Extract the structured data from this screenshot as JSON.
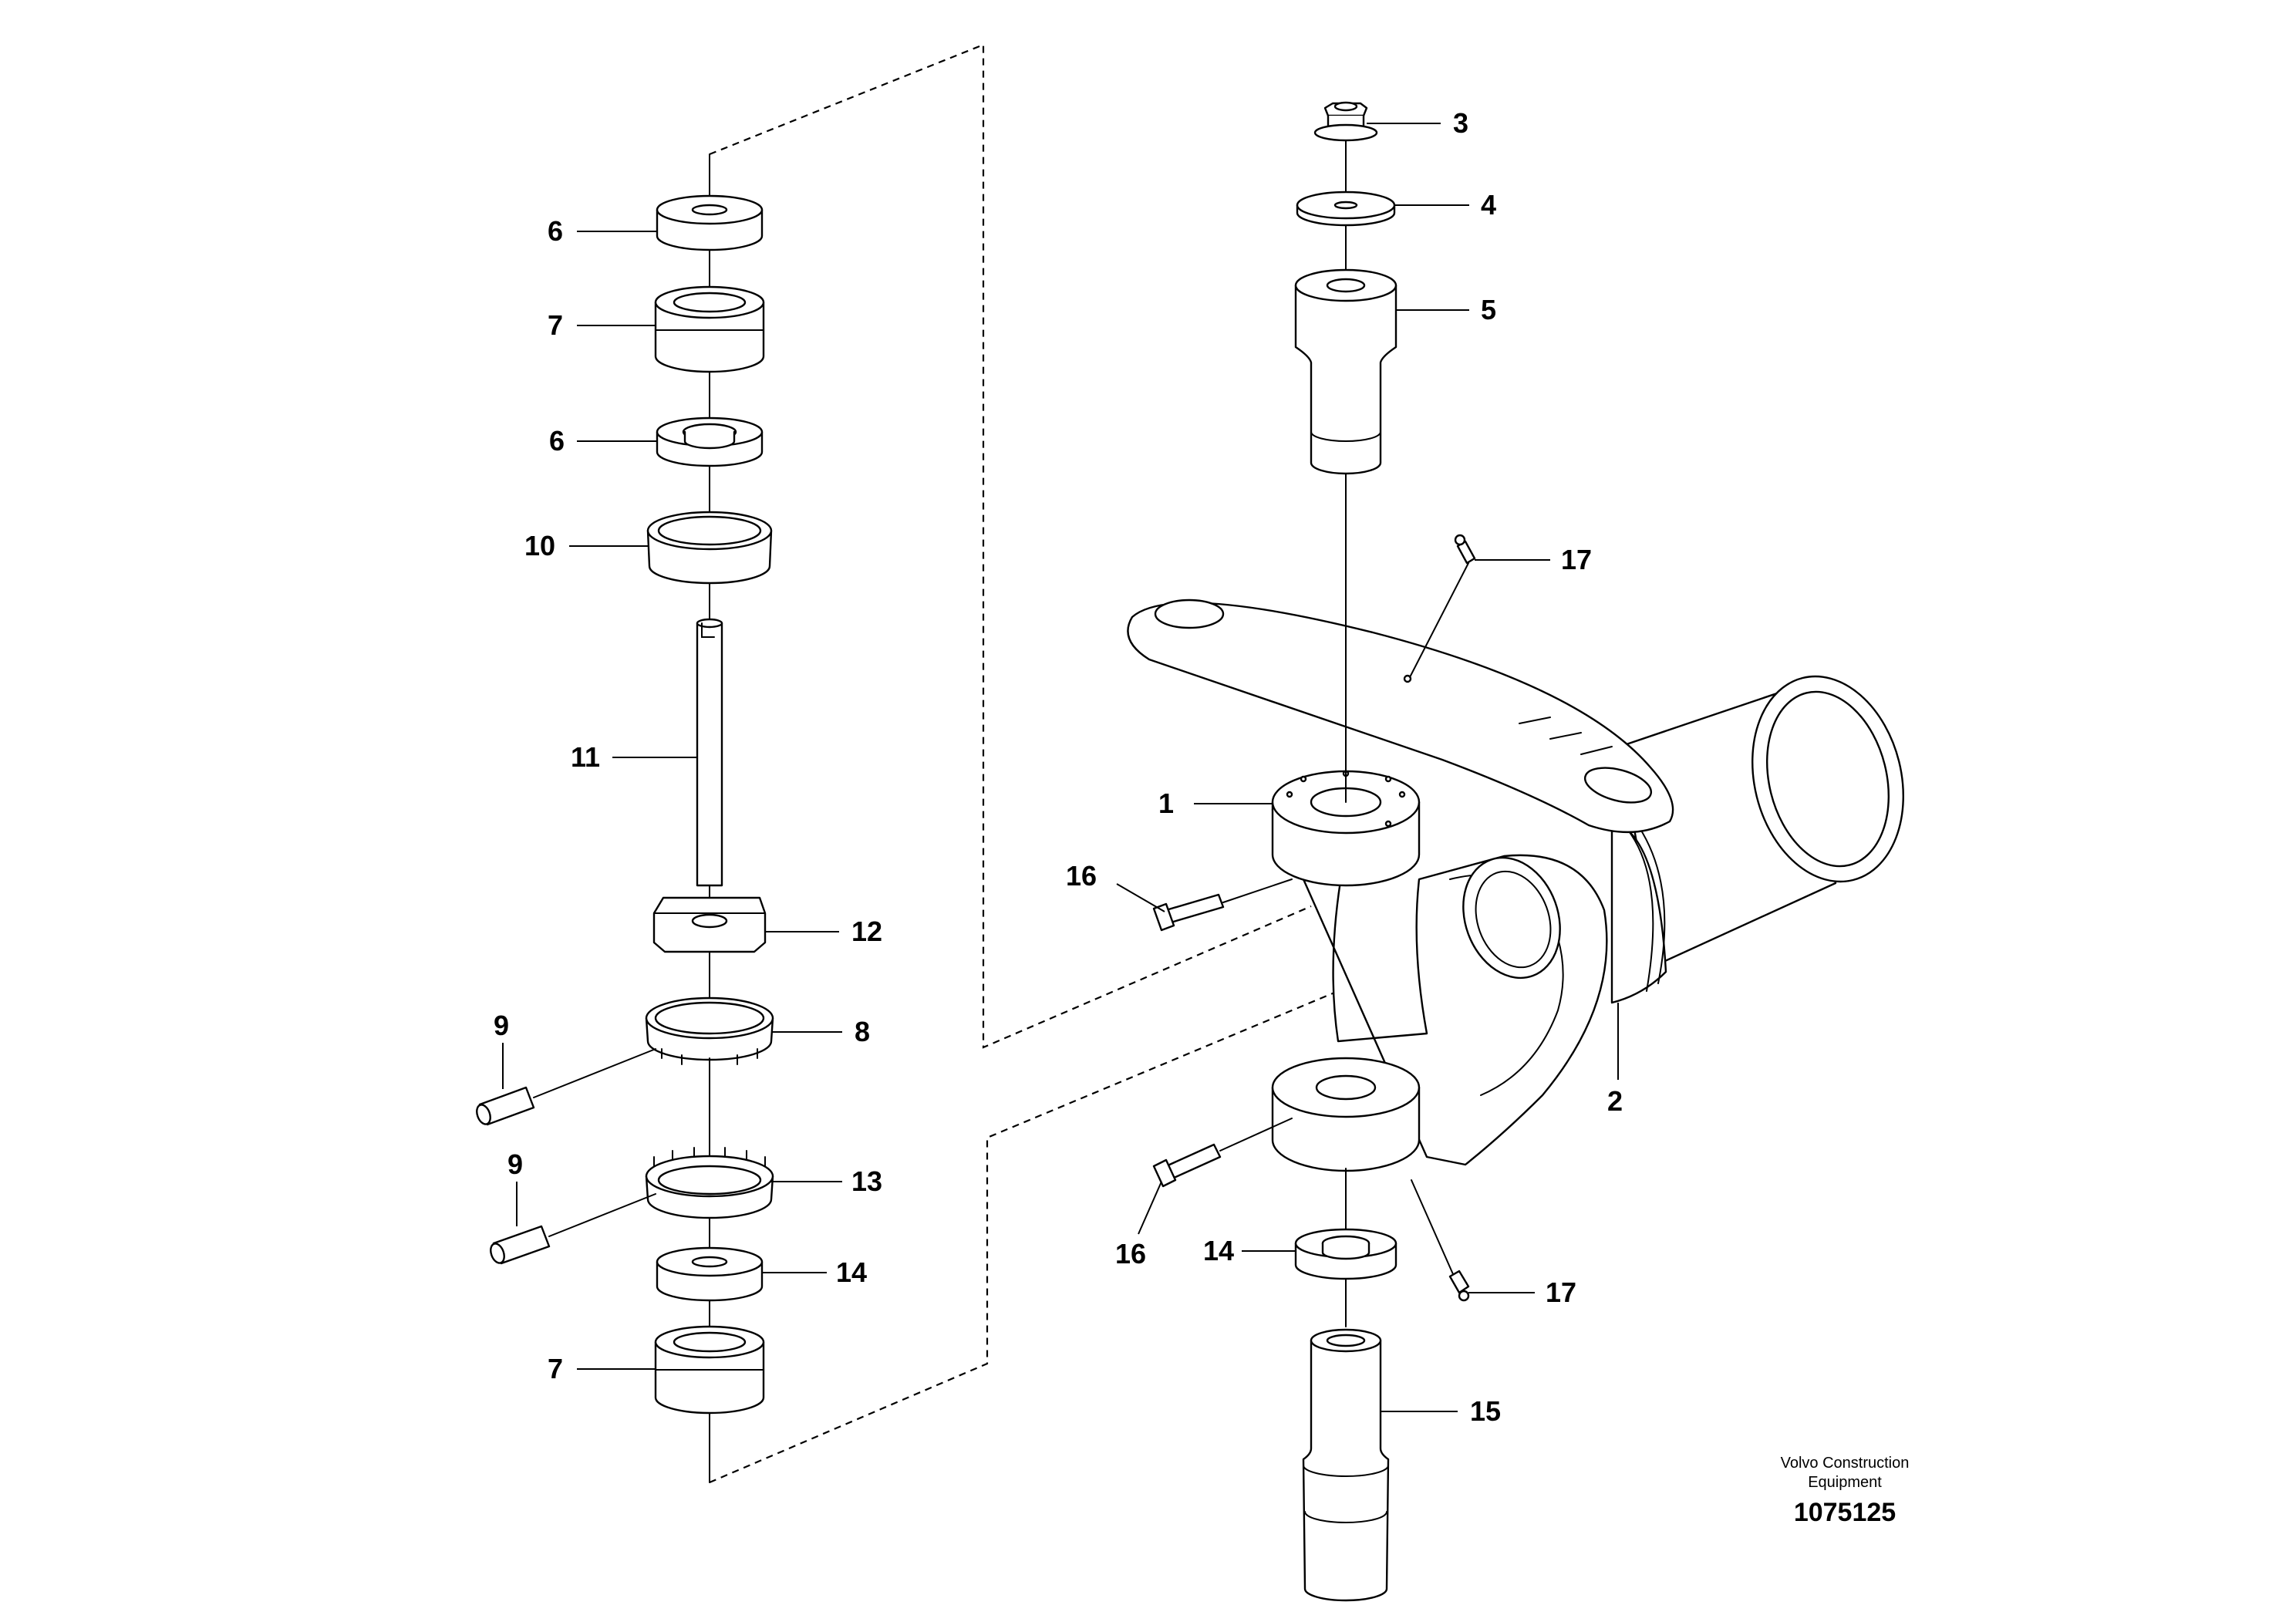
{
  "callouts": {
    "c1": "1",
    "c2": "2",
    "c3": "3",
    "c4": "4",
    "c5": "5",
    "c6a": "6",
    "c6b": "6",
    "c7a": "7",
    "c7b": "7",
    "c8": "8",
    "c9a": "9",
    "c9b": "9",
    "c10": "10",
    "c11": "11",
    "c12": "12",
    "c13": "13",
    "c14a": "14",
    "c14b": "14",
    "c15": "15",
    "c16a": "16",
    "c16b": "16",
    "c17a": "17",
    "c17b": "17"
  },
  "credit": {
    "line1": "Volvo Construction",
    "line2": "Equipment",
    "doc_number": "1075125"
  }
}
